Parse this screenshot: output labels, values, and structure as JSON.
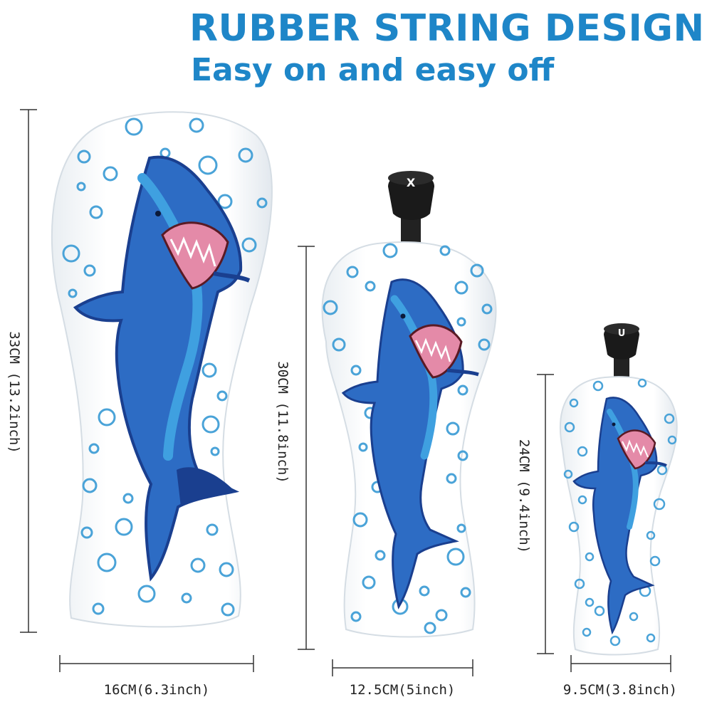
{
  "title": "RUBBER STRING DESIGN",
  "subtitle": "Easy on and easy off",
  "products": [
    {
      "height": "33CM (13.2inch)",
      "width": "16CM(6.3inch)",
      "tag": ""
    },
    {
      "height": "30CM (11.8inch)",
      "width": "12.5CM(5inch)",
      "tag": "X"
    },
    {
      "height": "24CM (9.4inch)",
      "width": "9.5CM(3.8inch)",
      "tag": "U"
    }
  ],
  "colors": {
    "title": "#1e86c8",
    "cover": "#ffffff",
    "bubble": "#4aa3d8",
    "shark_dark": "#1a3f8f",
    "shark_mid": "#2d6cc4",
    "shark_light": "#3fa0e0",
    "mouth": "#e48aa8",
    "dimension_line": "#333333"
  }
}
